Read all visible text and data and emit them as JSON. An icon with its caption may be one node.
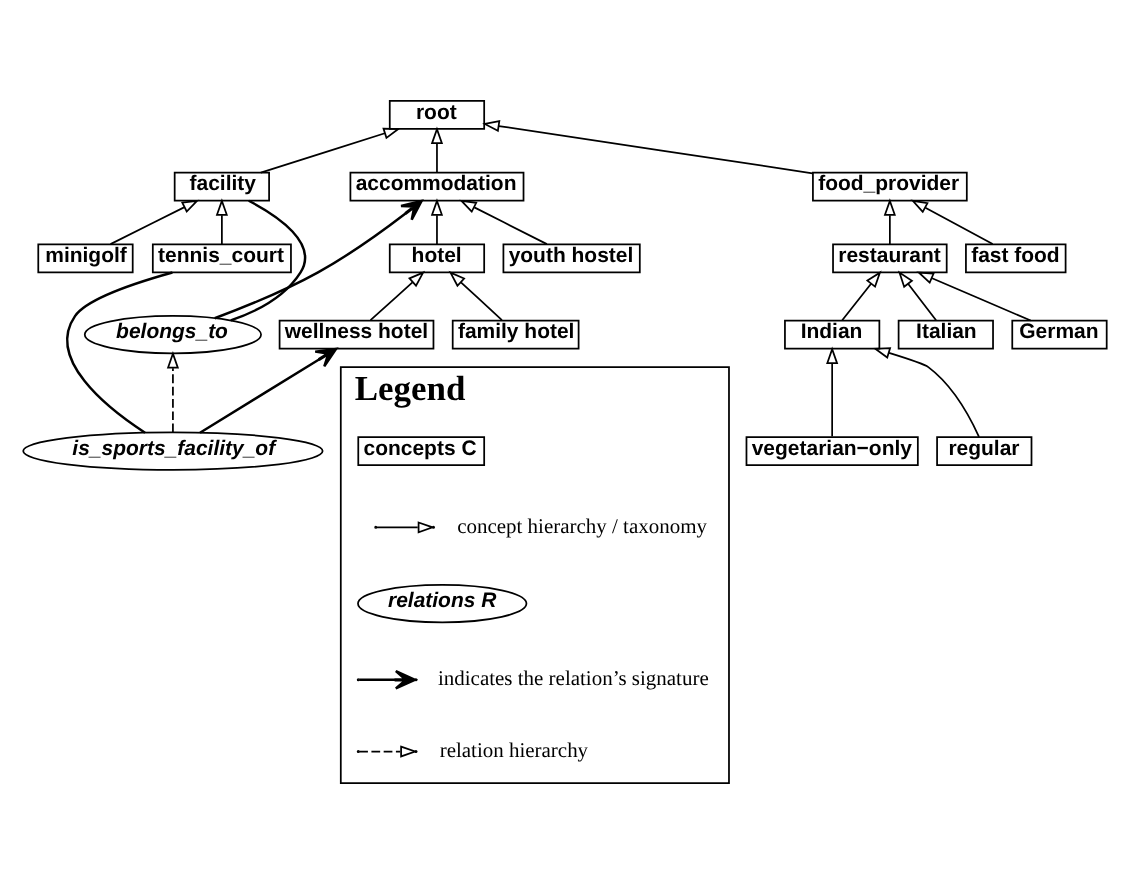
{
  "diagram": {
    "nodes": [
      {
        "text": [
          "root"
        ]
      },
      {
        "text": [
          "accommodation"
        ]
      },
      {
        "text": [
          "facility"
        ]
      },
      {
        "text": [
          "food_provider"
        ]
      },
      {
        "text": [
          "belongs_to"
        ]
      },
      {
        "text": [
          "minigolf"
        ]
      },
      {
        "text": [
          "hotel"
        ]
      },
      {
        "text": [
          "youth hostel"
        ]
      },
      {
        "text": [
          "tennis_court"
        ]
      },
      {
        "text": [
          "restaurant"
        ]
      },
      {
        "text": [
          "fast food"
        ]
      },
      {
        "text": [
          "family hotel"
        ]
      },
      {
        "text": [
          "wellness hotel"
        ]
      },
      {
        "text": [
          "Indian"
        ]
      },
      {
        "text": [
          "Italian"
        ]
      },
      {
        "text": [
          "German"
        ]
      },
      {
        "text": [
          "is_sports_facility_of"
        ]
      },
      {
        "text": [
          "vegetarian−only"
        ]
      },
      {
        "text": [
          "regular"
        ]
      },
      {
        "text": [
          "Legend"
        ]
      },
      {
        "text": [
          "concepts C"
        ],
        "in": 19
      },
      {
        "text": [
          "relations R"
        ],
        "in": 19
      }
    ],
    "edges": [
      {
        "from": 1,
        "to": 0,
        "arrow": "to"
      },
      {
        "from": 2,
        "to": 0,
        "arrow": "to"
      },
      {
        "from": 3,
        "to": 0,
        "arrow": "to"
      },
      {
        "from": 6,
        "to": 1,
        "arrow": "to"
      },
      {
        "from": 7,
        "to": 1,
        "arrow": "to"
      },
      {
        "from": 8,
        "to": 2,
        "arrow": "to"
      },
      {
        "from": 5,
        "to": 2,
        "arrow": "to"
      },
      {
        "from": 9,
        "to": 3,
        "arrow": "to"
      },
      {
        "from": 10,
        "to": 3,
        "arrow": "to"
      },
      {
        "from": 11,
        "to": 6,
        "arrow": "to"
      },
      {
        "from": 12,
        "to": 6,
        "arrow": "to"
      },
      {
        "from": 13,
        "to": 9,
        "arrow": "to"
      },
      {
        "from": 14,
        "to": 9,
        "arrow": "to"
      },
      {
        "from": 15,
        "to": 9,
        "arrow": "to"
      },
      {
        "from": 17,
        "to": 13,
        "arrow": "to"
      },
      {
        "from": 18,
        "to": 13,
        "arrow": "to"
      },
      {
        "from": 2,
        "to": 4,
        "arrow": "none"
      },
      {
        "from": 4,
        "to": 1,
        "arrow": "to"
      },
      {
        "from": 8,
        "to": 16,
        "arrow": "none"
      },
      {
        "from": 16,
        "to": 12,
        "arrow": "to"
      },
      {
        "from": 16,
        "to": 4,
        "arrow": "to",
        "style": "dashed"
      }
    ],
    "legend": [
      {
        "text": "concept hierarchy / taxonomy"
      },
      {
        "text": "indicates the relation’s signature"
      },
      {
        "text": "relation hierarchy"
      }
    ]
  }
}
